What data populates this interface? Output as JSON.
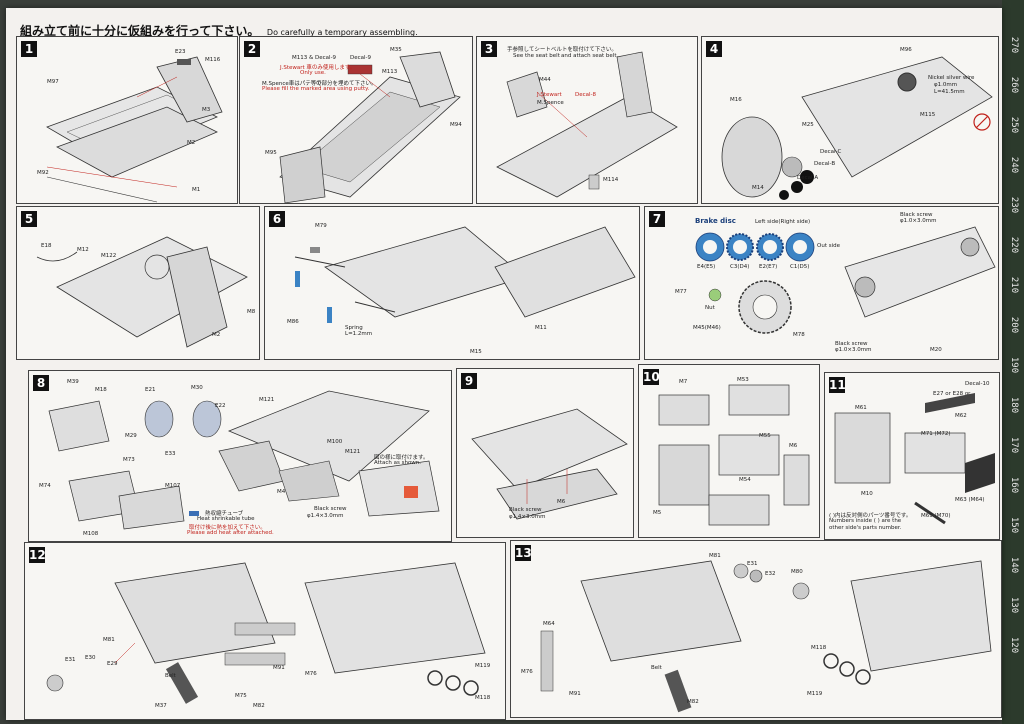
{
  "header": {
    "title_jp": "組み立て前に十分に仮組みを行って下さい。",
    "title_en": "Do carefully a temporary assembling."
  },
  "steps": [
    "1",
    "2",
    "3",
    "4",
    "5",
    "6",
    "7",
    "8",
    "9",
    "10",
    "11",
    "12",
    "13"
  ],
  "p1": {
    "labels": [
      "E23",
      "M116",
      "M97",
      "M3",
      "M2",
      "M92",
      "M1"
    ]
  },
  "p2": {
    "l1": "M113 & Decal-9",
    "l2": "Decal-9",
    "l3": "J.Stewart 車のみ使用します。",
    "l4": "Only use.",
    "l5": "M.Spence車はパテ等で",
    "l6": "の部分を埋めて下さい。",
    "l7": "Please fill the marked area using putty.",
    "labels": [
      "M35",
      "M113",
      "M94",
      "M95"
    ]
  },
  "p3": {
    "l1": "手参照してシートベルトを取付けて下さい。",
    "l2": "See the seat belt",
    "l3": "and attach seat belt.",
    "l4": "J.Stewart",
    "l5": "Decal-8",
    "l6": "M.Spence",
    "labels": [
      "M44",
      "M114"
    ]
  },
  "p4": {
    "l1": "Nickel silver wire",
    "l2": "φ1.0mm",
    "l3": "L=41.5mm",
    "labels": [
      "M96",
      "M115",
      "M16",
      "M25",
      "Decal-C",
      "Decal-B",
      "Decal-A",
      "M14"
    ]
  },
  "p5": {
    "labels": [
      "E18",
      "M122",
      "M12",
      "M8",
      "M2"
    ]
  },
  "p6": {
    "l1": "Spring",
    "l2": "L=1.2mm",
    "labels": [
      "M79",
      "M86",
      "M11",
      "M15"
    ]
  },
  "p7": {
    "title": "Brake disc",
    "sub": "Left side(Right side)",
    "out": "Out side",
    "nut": "Nut",
    "screw1": "Black screw",
    "screw1b": "φ1.0×3.0mm",
    "screw2": "Black screw",
    "screw2b": "φ1.0×3.0mm",
    "labels": [
      "E4(E5)",
      "C3(D4)",
      "E2(E7)",
      "C1(D5)",
      "M77",
      "M45(M46)",
      "M78",
      "M20"
    ]
  },
  "p8": {
    "l1": "図の様に取付けます。",
    "l2": "Attach as shown.",
    "l3": "熱収縮チューブ",
    "l4": "Heat shrinkable tube",
    "l5": "取付け後に熱を加えて下さい。",
    "l6": "Please add heat after attached.",
    "l7": "Black screw",
    "l8": "φ1.4×3.0mm",
    "labels": [
      "M39",
      "M18",
      "E21",
      "M30",
      "E22",
      "M29",
      "M121",
      "M73",
      "E33",
      "M74",
      "M107",
      "M108",
      "M4",
      "M100",
      "M121"
    ]
  },
  "p9": {
    "l1": "Black screw",
    "l2": "φ1.4×3.0mm",
    "labels": [
      "M6"
    ]
  },
  "p10": {
    "labels": [
      "M7",
      "M53",
      "M55",
      "M5",
      "M54",
      "M6"
    ]
  },
  "p11": {
    "decal": "Decal-10",
    "l1": "E27 or E28 or",
    "l2": "( )内は反対側のパーツ番号です。",
    "l3": "Numbers inside ( ) are the",
    "l4": "other side's parts number.",
    "labels": [
      "M71 (M72)",
      "M10",
      "M69 (M70)",
      "M63 (M64)",
      "M62",
      "M61"
    ]
  },
  "p12": {
    "labels": [
      "M81",
      "E31",
      "E30",
      "E29",
      "M119",
      "M118",
      "M76",
      "M75",
      "M91",
      "M37",
      "M82"
    ],
    "belt": "Belt"
  },
  "p13": {
    "labels": [
      "M81",
      "M64",
      "E32",
      "E31",
      "M80",
      "M76",
      "M119",
      "M118",
      "M91",
      "M82"
    ],
    "belt": "Belt"
  },
  "colors": {
    "accent": "#c0201a",
    "disc": "#3b83c4",
    "panel_border": "#444444"
  }
}
